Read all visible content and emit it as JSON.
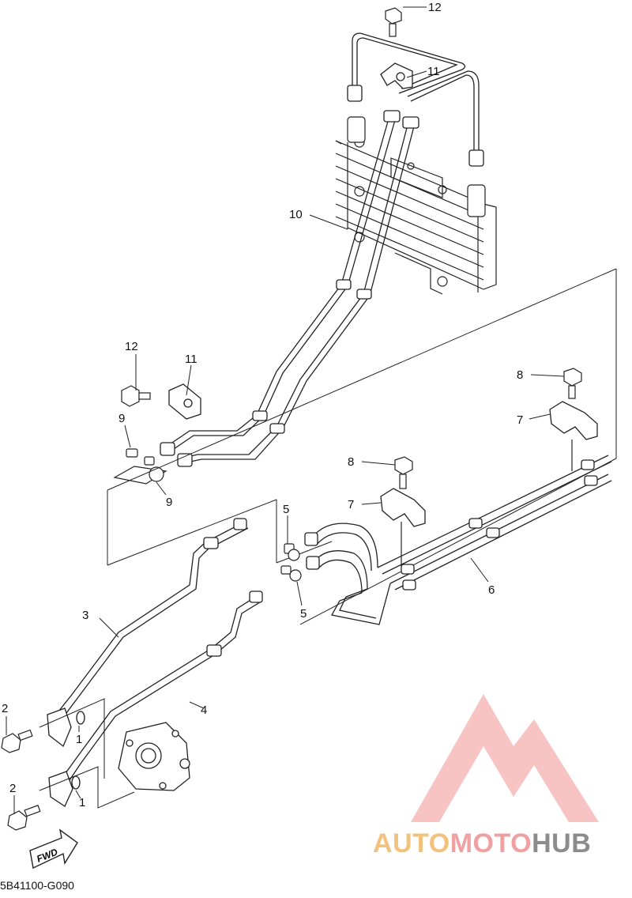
{
  "diagram": {
    "callouts": [
      {
        "id": "c12-top",
        "label": "12"
      },
      {
        "id": "c11-top",
        "label": "11"
      },
      {
        "id": "c10",
        "label": "10"
      },
      {
        "id": "c12-left",
        "label": "12"
      },
      {
        "id": "c11-left",
        "label": "11"
      },
      {
        "id": "c9-top",
        "label": "9"
      },
      {
        "id": "c9-bottom",
        "label": "9"
      },
      {
        "id": "c8-right",
        "label": "8"
      },
      {
        "id": "c7-right",
        "label": "7"
      },
      {
        "id": "c8-mid",
        "label": "8"
      },
      {
        "id": "c7-mid",
        "label": "7"
      },
      {
        "id": "c5-top",
        "label": "5"
      },
      {
        "id": "c5-bottom",
        "label": "5"
      },
      {
        "id": "c6",
        "label": "6"
      },
      {
        "id": "c3",
        "label": "3"
      },
      {
        "id": "c4",
        "label": "4"
      },
      {
        "id": "c2-top",
        "label": "2"
      },
      {
        "id": "c1-top",
        "label": "1"
      },
      {
        "id": "c2-bottom",
        "label": "2"
      },
      {
        "id": "c1-bottom",
        "label": "1"
      }
    ],
    "fwd_label": "FWD",
    "part_code": "5B41100-G090"
  },
  "watermark": {
    "part1": "AUTO",
    "part2": "MOTO",
    "part3": "HUB",
    "colors": {
      "auto": "#f2c27c",
      "moto": "#f0a0a0",
      "hub": "#8c8c8c",
      "logo": "#f29a9a"
    }
  }
}
